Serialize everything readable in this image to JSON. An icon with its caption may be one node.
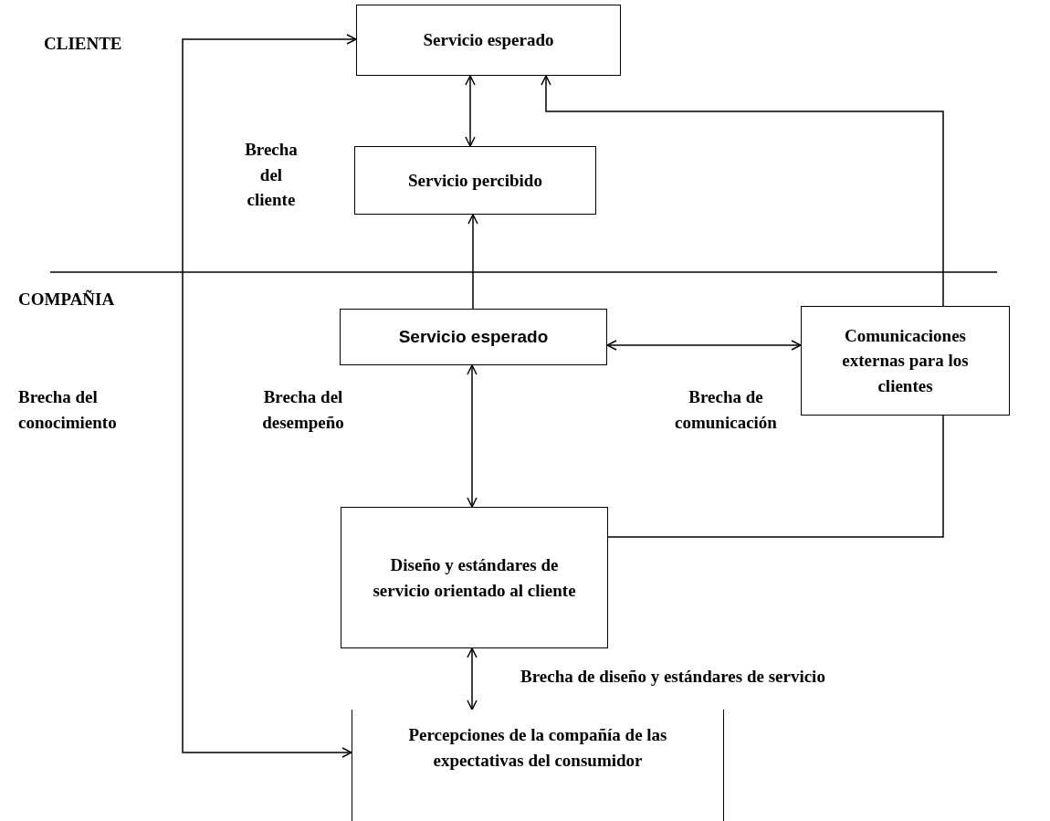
{
  "diagram": {
    "nodes": [
      {
        "text": [
          "Servicio esperado"
        ]
      },
      {
        "text": [
          "Servicio percibido"
        ]
      },
      {
        "text": [
          "Servicio esperado"
        ]
      },
      {
        "text": [
          "Comunicaciones externas para los clientes"
        ]
      },
      {
        "text": [
          "Diseño y estándares de servicio orientado al cliente"
        ]
      },
      {
        "text": [
          "Percepciones de la compañía de las expectativas del consumidor"
        ]
      }
    ],
    "edges": [
      {
        "from": 5,
        "to": 0,
        "arrow": "both"
      },
      {
        "from": 0,
        "to": 1,
        "arrow": "both"
      },
      {
        "from": 2,
        "to": 1,
        "arrow": "to"
      },
      {
        "from": 2,
        "to": 3,
        "arrow": "both"
      },
      {
        "from": 2,
        "to": 4,
        "arrow": "both"
      },
      {
        "from": 4,
        "to": 5,
        "arrow": "both"
      },
      {
        "from": 4,
        "to": 3,
        "arrow": "none"
      },
      {
        "from": 3,
        "to": 0,
        "arrow": "to"
      }
    ],
    "labels": [
      "CLIENTE",
      "Brecha del cliente",
      "COMPAÑIA",
      "Brecha del conocimiento",
      "Brecha del desempeño",
      "Brecha de comunicación",
      "Brecha de diseño y estándares de servicio"
    ]
  }
}
